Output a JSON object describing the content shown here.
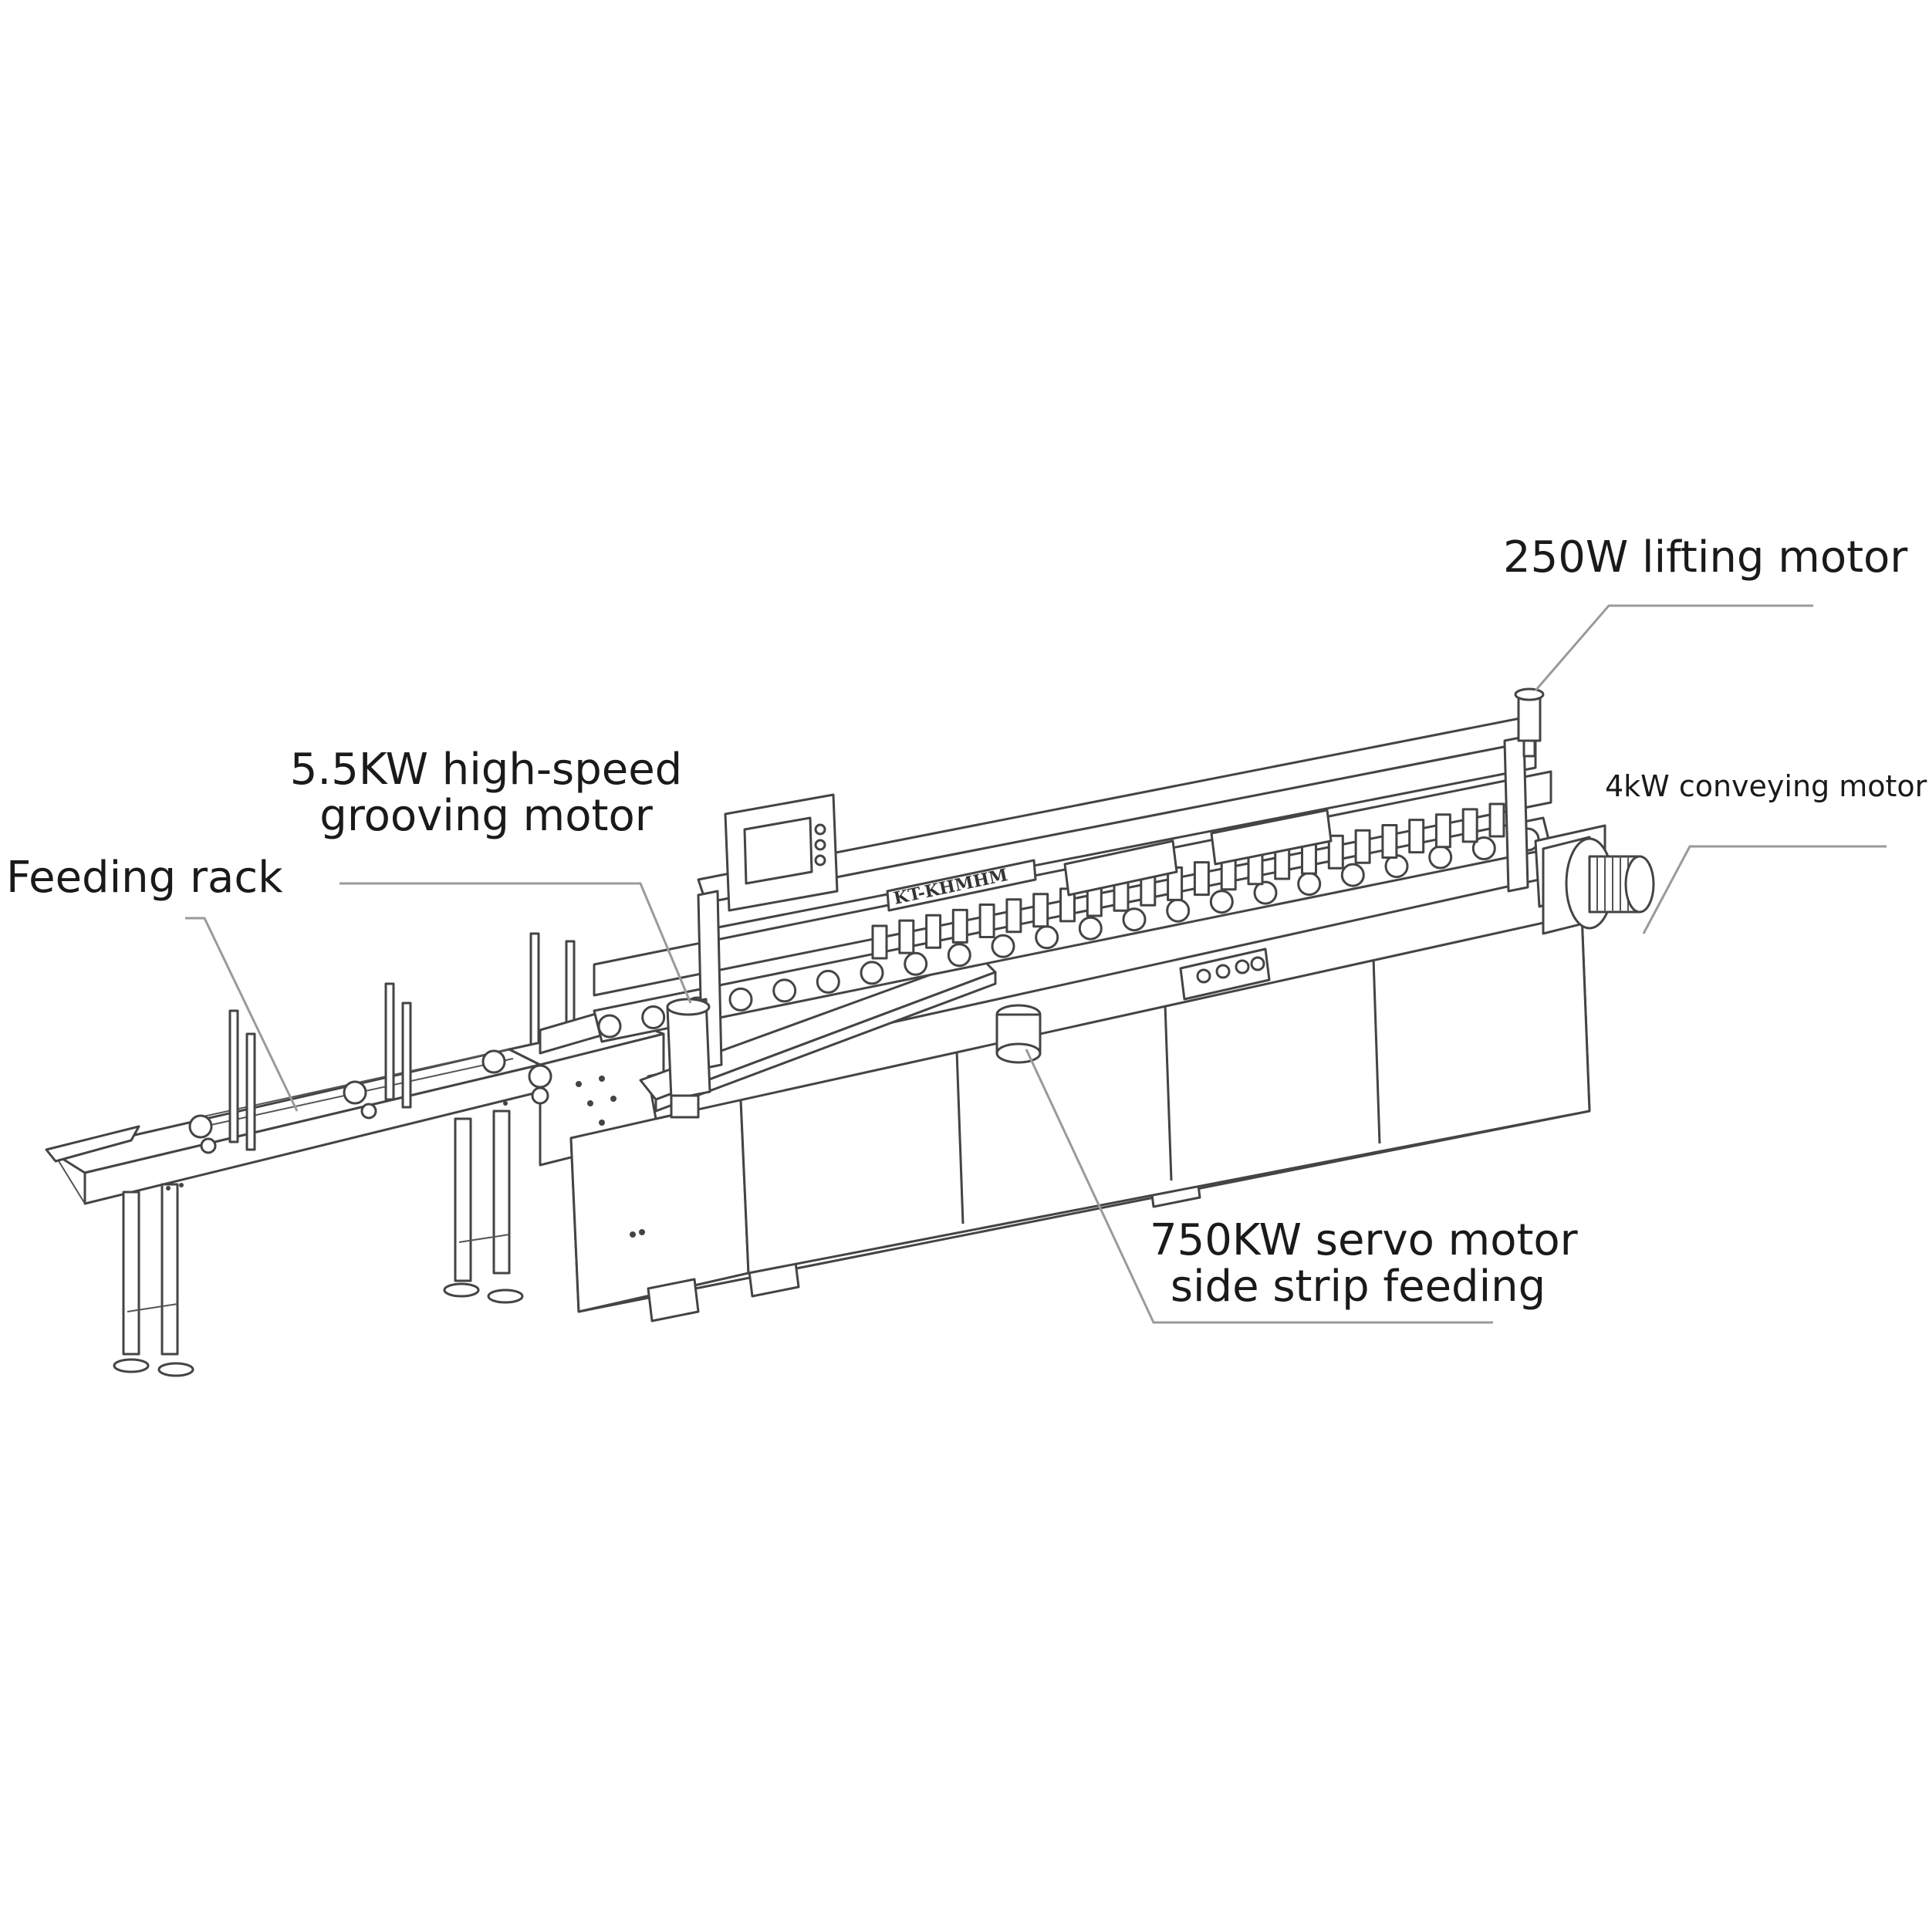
{
  "labels": {
    "lifting_motor": "250W lifting motor",
    "conveying_motor": "4kW conveying motor",
    "grooving_motor_line1": "5.5KW high-speed",
    "grooving_motor_line2": "grooving motor",
    "feeding_rack": "Feeding rack",
    "servo_motor_line1": "750KW servo motor",
    "servo_motor_line2": "side strip feeding"
  },
  "machine": {
    "nameplate_text": "KT-KHMHM",
    "spindle_count": 24,
    "cabinet_panels": 4,
    "roller_count": 22
  },
  "colors": {
    "line": "#444444",
    "leader": "#9a9a9a",
    "text": "#1a1a1a",
    "background": "#ffffff"
  }
}
